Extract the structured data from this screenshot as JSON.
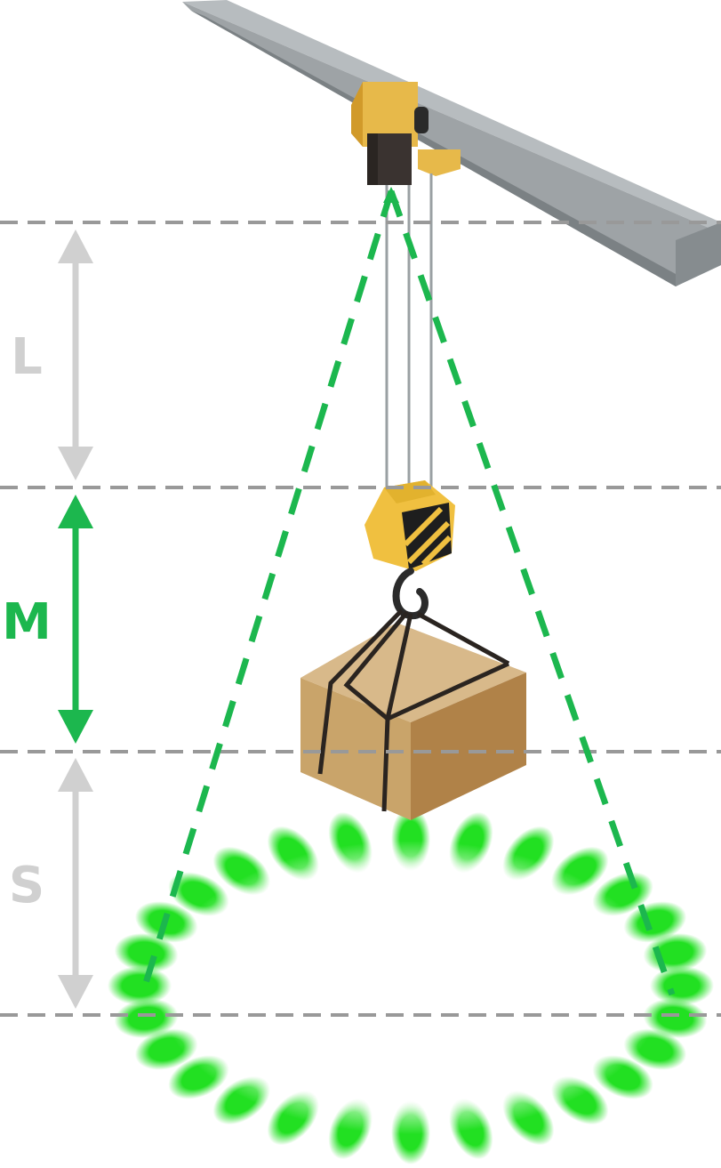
{
  "zones": [
    {
      "id": "L",
      "label": "L",
      "color": "#d0d0d0",
      "state": "inactive"
    },
    {
      "id": "M",
      "label": "M",
      "color": "#1cb74e",
      "state": "active"
    },
    {
      "id": "S",
      "label": "S",
      "color": "#d0d0d0",
      "state": "inactive"
    }
  ],
  "colors": {
    "active_zone": "#1cb74e",
    "inactive_zone": "#d0d0d0",
    "zone_boundary": "#999999",
    "beam": "#9ea3a6",
    "trolley": "#e7b94a",
    "hook_block": "#f0c040",
    "load_box": "#c9a46a",
    "detection_cone": "#1cb74e",
    "light_ring": "#22e022"
  },
  "icons": {
    "crane": "overhead-crane-icon",
    "hook": "hook-block-icon",
    "load": "cardboard-box-icon",
    "light": "floor-light-ring-icon"
  }
}
